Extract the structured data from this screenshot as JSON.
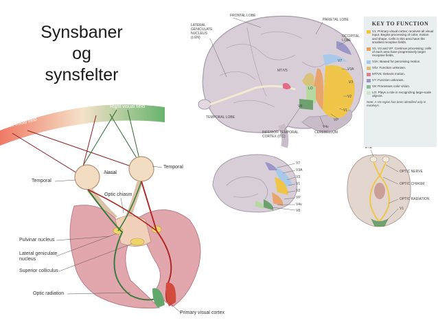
{
  "title": {
    "line1": "Synsbaner",
    "line2": "og",
    "line3": "synsfelter"
  },
  "left_diagram": {
    "left_visual_field": "Left visual field",
    "right_visual_field": "Right visual field",
    "nasal": "Nasal",
    "temporal_left": "Temporal",
    "temporal_right": "Temporal",
    "optic_chiasm": "Optic chiasm",
    "pulvinar_nucleus": "Pulvinar nucleus",
    "lgn_line1": "Lateral geniculate",
    "lgn_line2": "nucleus",
    "superior_colliculus": "Superior colliculus",
    "optic_radiation": "Optic radiation",
    "primary_visual_cortex": "Primary visual cortex"
  },
  "brain_lateral": {
    "frontal_lobe": "FRONTAL LOBE",
    "lgn_line1": "LATERAL",
    "lgn_line2": "GENICULATE",
    "lgn_line3": "NUCLEUS",
    "lgn_line4": "(LGN)",
    "parietal_lobe": "PARIETAL LOBE",
    "occipital_line1": "OCCIPITAL",
    "occipital_line2": "LOBE",
    "temporal_lobe": "TEMPORAL LOBE",
    "itc_line1": "INFERIOR TEMPORAL",
    "itc_line2": "CORTEX (ITC)",
    "cerebellum": "CEREBELLUM",
    "mt_v5": "MT/V5",
    "lo": "LO",
    "v3a": "V3A",
    "v3": "V3",
    "v2": "V2",
    "v1": "V1",
    "vp": "VP",
    "v4v": "V4v",
    "v7": "V7",
    "v8": "V8"
  },
  "brain_medial": {
    "v7": "V7",
    "v3a": "V3A",
    "v3": "V3",
    "v1": "V1",
    "v2": "V2",
    "vp": "VP",
    "v4v": "V4v",
    "v8": "V8"
  },
  "brain_ventral": {
    "eye": "EYE",
    "optic_nerve": "OPTIC NERVE",
    "optic_chiasm": "OPTIC CHIASM",
    "optic_radiation": "OPTIC RADIATION",
    "v1": "V1"
  },
  "key": {
    "title": "KEY TO FUNCTION",
    "items": [
      {
        "code": "V1",
        "text": "V1: Primary visual cortex; receives all visual input. Begins processing of color, motion and shape. Cells in this area have the smallest receptive fields."
      },
      {
        "code": "V2",
        "text": "V2, V3 and VP: Continue processing; cells of each area have progressively larger receptive fields."
      },
      {
        "code": "V3A",
        "text": "V3A: Biased for perceiving motion."
      },
      {
        "code": "V4v",
        "text": "V4v: Function unknown."
      },
      {
        "code": "MT/V5",
        "text": "MT/V5: Detects motion."
      },
      {
        "code": "V7",
        "text": "V7: Function unknown."
      },
      {
        "code": "V8",
        "text": "V8: Processes color vision."
      },
      {
        "code": "LO",
        "text": "LO: Plays a role in recognizing large-scale objects."
      }
    ],
    "note": "Note: A V6 region has been identified only in monkeys.",
    "colors": [
      "#f2c53d",
      "#e7a05a",
      "#a6c8e8",
      "#d6c27a",
      "#e07f8f",
      "#9b96c8",
      "#8db89a",
      "#cfe0c8"
    ]
  }
}
